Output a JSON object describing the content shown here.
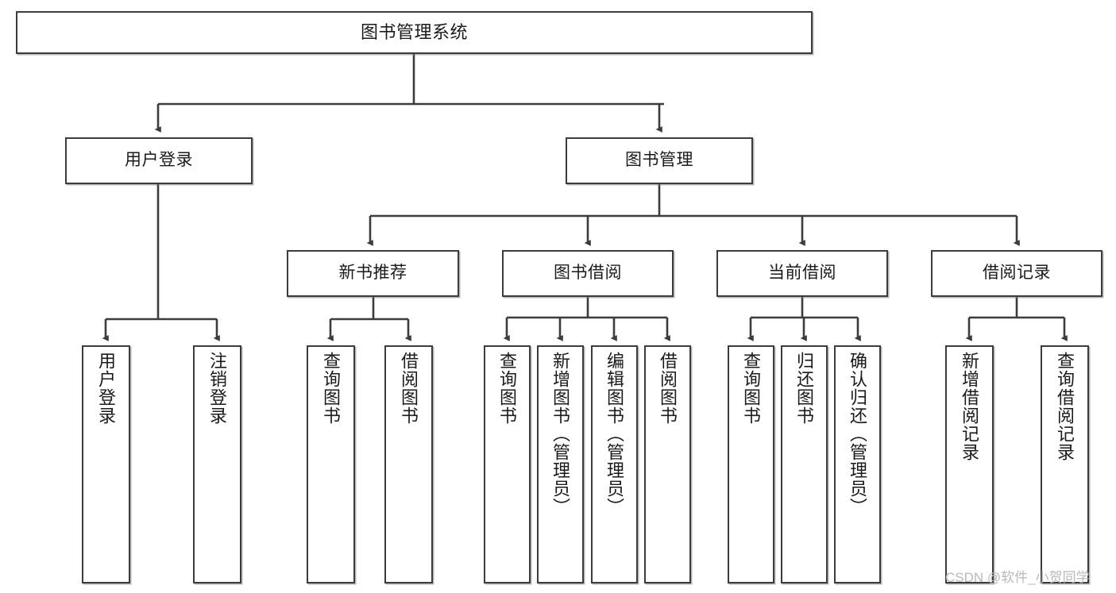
{
  "diagram": {
    "type": "tree-hierarchy-chart",
    "title": "图书管理系统",
    "line_color": "#3c3c3c",
    "box_border_color": "#3c3c3c",
    "box_fill_color": "#ffffff",
    "background_color": "#ffffff",
    "watermark": "CSDN @软件_小贺同学"
  },
  "nodes": {
    "root": {
      "label": "图书管理系统"
    },
    "level2": [
      {
        "label": "用户登录"
      },
      {
        "label": "图书管理"
      }
    ],
    "level3": [
      {
        "label": "新书推荐"
      },
      {
        "label": "图书借阅"
      },
      {
        "label": "当前借阅"
      },
      {
        "label": "借阅记录"
      }
    ],
    "leaves": {
      "user_login": [
        {
          "label": "用户登录"
        },
        {
          "label": "注销登录"
        }
      ],
      "new_book_recommend": [
        {
          "label": "查询图书"
        },
        {
          "label": "借阅图书"
        }
      ],
      "book_borrow": [
        {
          "label": "查询图书"
        },
        {
          "label": "新增图书（管理员）"
        },
        {
          "label": "编辑图书（管理员）"
        },
        {
          "label": "借阅图书"
        }
      ],
      "current_borrow": [
        {
          "label": "查询图书"
        },
        {
          "label": "归还图书"
        },
        {
          "label": "确认归还（管理员）"
        }
      ],
      "borrow_record": [
        {
          "label": "新增借阅记录"
        },
        {
          "label": "查询借阅记录"
        }
      ]
    }
  }
}
